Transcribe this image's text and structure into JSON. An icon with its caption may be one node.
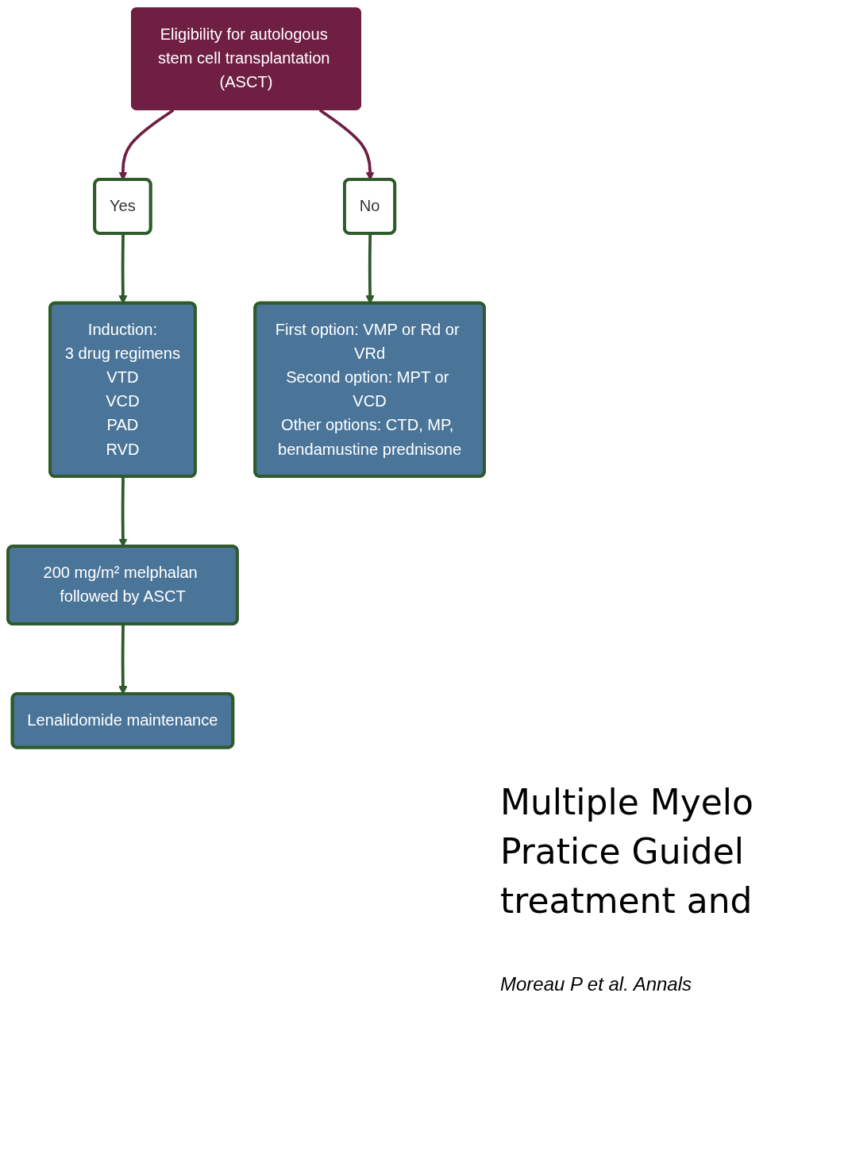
{
  "diagram": {
    "nodes": [
      {
        "text": [
          "Eligibility for autologous stem cell transplantation (ASCT)"
        ]
      },
      {
        "text": [
          "Yes"
        ]
      },
      {
        "text": [
          "No"
        ]
      },
      {
        "text": [
          "Induction:",
          "3 drug regimens",
          "VTD",
          "VCD",
          "PAD",
          "RVD"
        ]
      },
      {
        "text": [
          "First option: VMP or Rd or VRd",
          "Second option: MPT or VCD",
          "Other options: CTD, MP, bendamustine prednisone"
        ]
      },
      {
        "text": [
          "200 mg/m² melphalan followed by ASCT"
        ]
      },
      {
        "text": [
          "Lenalidomide maintenance"
        ]
      }
    ],
    "edges": [
      {
        "from": 0,
        "to": 1,
        "arrow": "to",
        "color": "#6e1f42"
      },
      {
        "from": 0,
        "to": 2,
        "arrow": "to",
        "color": "#6e1f42"
      },
      {
        "from": 1,
        "to": 3,
        "arrow": "to"
      },
      {
        "from": 2,
        "to": 4,
        "arrow": "to"
      },
      {
        "from": 3,
        "to": 5,
        "arrow": "to"
      },
      {
        "from": 5,
        "to": 6,
        "arrow": "to"
      }
    ],
    "labels": [
      "Multiple Myelo",
      "Pratice Guidel",
      "treatment and",
      "Moreau P et al. Annals"
    ]
  }
}
